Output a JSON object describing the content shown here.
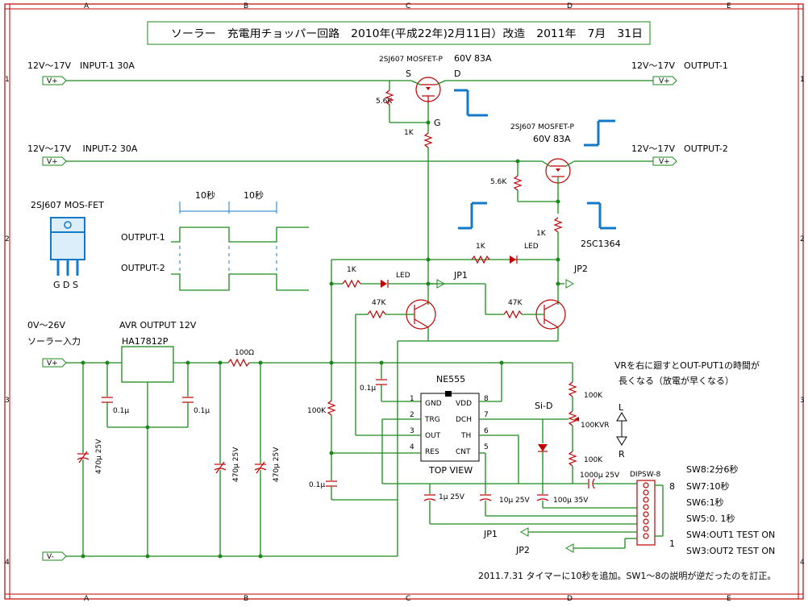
{
  "title": "ソーラー　充電用チョッパー回路　2010年(平成22年)2月11日）改造　2011年　7月　31日",
  "grid_cols": [
    "A",
    "B",
    "C",
    "D",
    "E"
  ],
  "grid_rows": [
    "1",
    "2",
    "3",
    "4"
  ],
  "inputs": {
    "in1": "12V～17V　INPUT-1  30A",
    "in2": "12V～17V　 INPUT-2  30A",
    "solar_range": "0V～26V",
    "solar_label": "ソーラー入力"
  },
  "outputs": {
    "out1": "12V～17V　OUTPUT-1",
    "out2": "12V～17V　OUTPUT-2"
  },
  "ports": {
    "vplus": "V+",
    "vminus": "V-"
  },
  "mosfet1": {
    "part": "2SJ607  MOSFET-P",
    "rating": "60V 83A",
    "s": "S",
    "d": "D",
    "g": "G"
  },
  "mosfet2": {
    "part": "2SJ607  MOSFET-P",
    "rating": "60V 83A"
  },
  "package": {
    "title": "2SJ607 MOS-FET",
    "pins": "G D S"
  },
  "timing": {
    "t1": "10秒",
    "t2": "10秒",
    "out1": "OUTPUT-1",
    "out2": "OUTPUT-2"
  },
  "avr": {
    "title": "AVR  OUTPUT  12V",
    "part": "HA17812P"
  },
  "components": {
    "r56k_1": "5.6K",
    "r1k_1": "1K",
    "r56k_2": "5.6K",
    "r1k_2": "1K",
    "r1k_led1": "1K",
    "led1": "LED",
    "r1k_led2": "1K",
    "led2": "LED",
    "r47k_1": "47K",
    "r47k_2": "47K",
    "transistor": "2SC1364",
    "c01_1": "0.1μ",
    "c01_2": "0.1μ",
    "c01_3": "0.1μ",
    "c01_4": "0.1μ",
    "c470_1": "470μ 25V",
    "c470_2": "470μ 25V",
    "c470_3": "470μ 25V",
    "r100ohm": "100Ω",
    "r100k_left": "100K",
    "r100k_top": "100K",
    "vr": "100KVR",
    "r100k_bot": "100K",
    "c1000": "1000μ 25V",
    "c1u": "1μ 25V",
    "c10u": "10μ 25V",
    "c100u": "100μ 35V",
    "diode": "Si-D",
    "jp1": "JP1",
    "jp2": "JP2"
  },
  "ne555": {
    "name": "NE555",
    "view": "TOP VIEW",
    "pins_left": [
      {
        "n": "1",
        "name": "GND"
      },
      {
        "n": "2",
        "name": "TRG"
      },
      {
        "n": "3",
        "name": "OUT"
      },
      {
        "n": "4",
        "name": "RES"
      }
    ],
    "pins_right": [
      {
        "n": "8",
        "name": "VDD"
      },
      {
        "n": "7",
        "name": "DCH"
      },
      {
        "n": "6",
        "name": "TH"
      },
      {
        "n": "5",
        "name": "CNT"
      }
    ]
  },
  "vr_note": {
    "line1": "VRを右に廻すとOUT-PUT1の時間が",
    "line2": "長くなる（放電が早くなる）",
    "l": "L",
    "r": "R"
  },
  "dipsw": {
    "name": "DIPSW-8",
    "top": "8",
    "bottom": "1",
    "labels": [
      "SW8:2分6秒",
      "SW7:10秒",
      "SW6:1秒",
      "SW5:0. 1秒",
      "SW4:OUT1 TEST ON",
      "SW3:OUT2 TEST ON"
    ]
  },
  "footer_note": "2011.7.31 タイマーに10秒を追加。SW1～8の説明が逆だったのを訂正。"
}
